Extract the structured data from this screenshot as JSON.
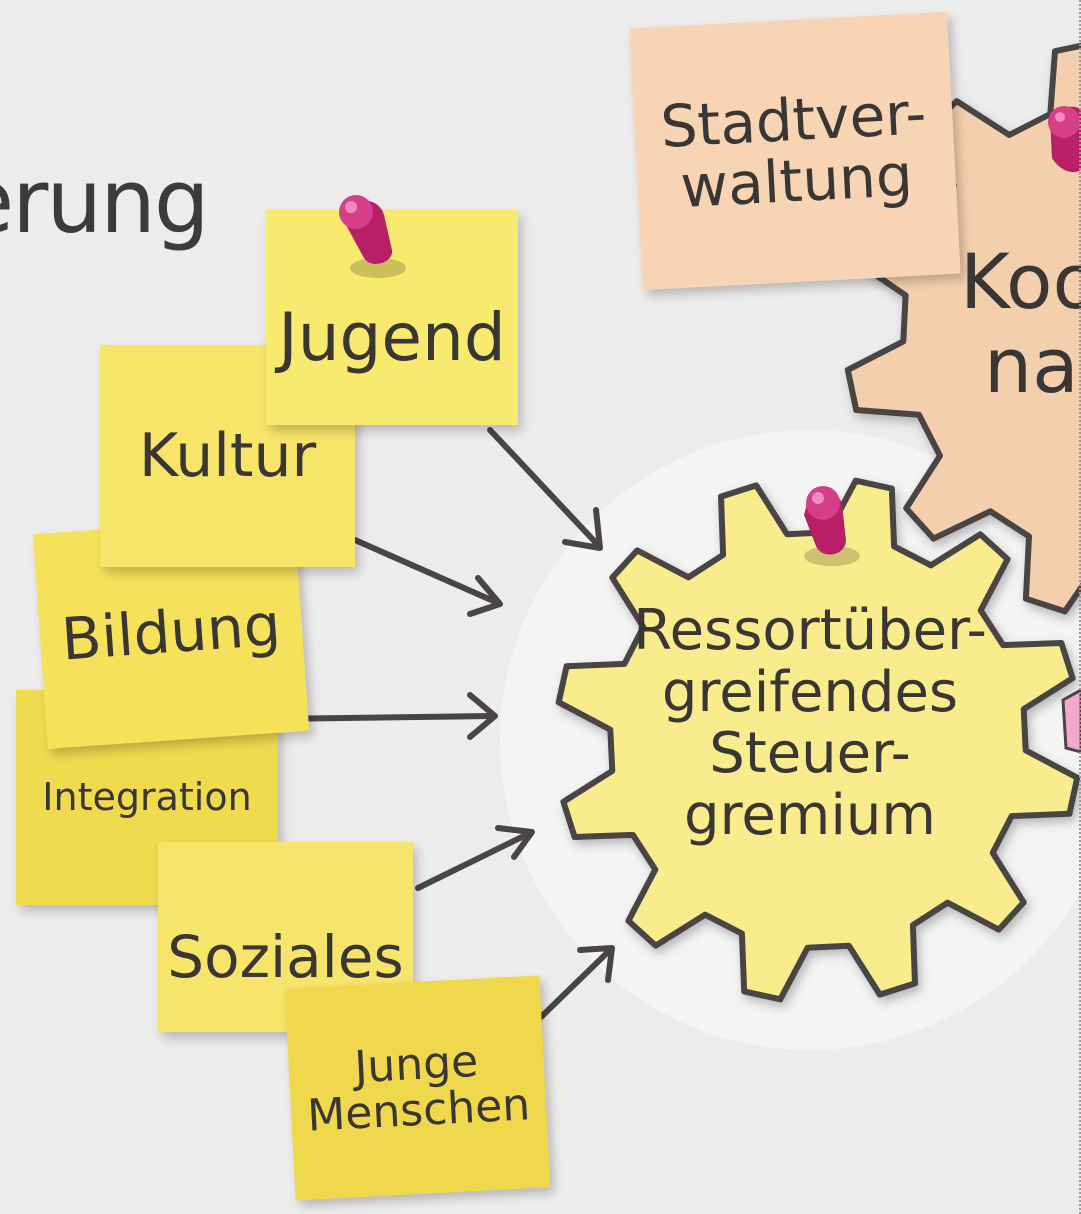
{
  "heading": "erung",
  "notes": {
    "jugend": "Jugend",
    "kultur": "Kultur",
    "bildung": "Bildung",
    "integration": "Integration",
    "soziales": "Soziales",
    "junge_menschen": [
      "Junge",
      "Menschen"
    ],
    "stadtverwaltung": [
      "Stadtver-",
      "waltung"
    ]
  },
  "gears": {
    "central": [
      "Ressortüber-",
      "greifendes",
      "Steuer-",
      "gremium"
    ],
    "top_right": [
      "Koo",
      "na"
    ]
  },
  "colors": {
    "background": "#ececec",
    "sticky_yellow": "#f5e25c",
    "sticky_yellow_light": "#f8ea77",
    "sticky_peach": "#f6d4b4",
    "gear_yellow": "#f8ec8c",
    "gear_peach": "#f4cfae",
    "pin_magenta": "#c2246e",
    "ink": "#3c3836"
  }
}
